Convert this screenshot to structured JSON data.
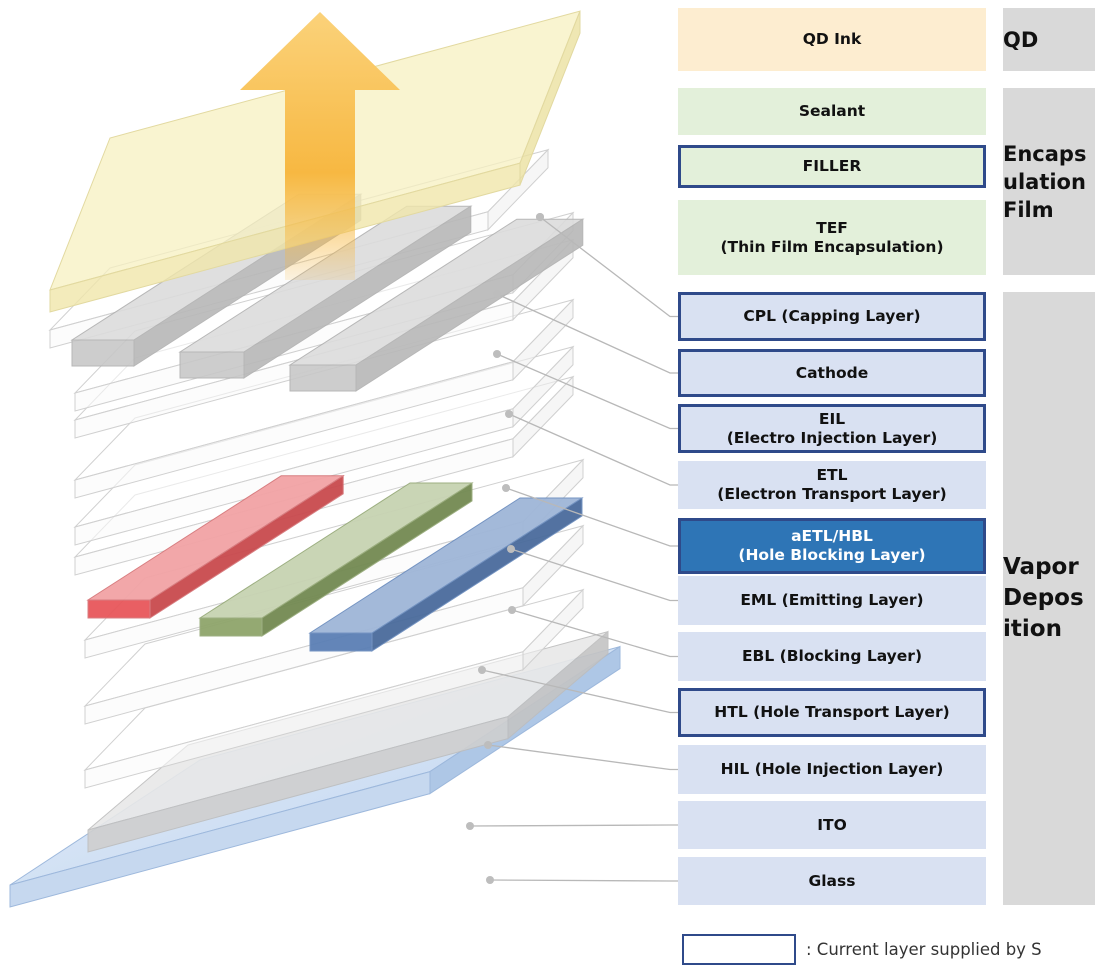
{
  "layers": [
    {
      "label": "QD Ink",
      "fill": "#fdedd0",
      "text_color": "#111111",
      "current": false
    },
    {
      "label": "Sealant",
      "fill": "#e3f0da",
      "text_color": "#111111",
      "current": false
    },
    {
      "label": "FILLER",
      "fill": "#e3f0da",
      "text_color": "#111111",
      "current": true
    },
    {
      "label": "TEF\n(Thin Film Encapsulation)",
      "fill": "#e3f0da",
      "text_color": "#111111",
      "current": false
    },
    {
      "label": "CPL (Capping Layer)",
      "fill": "#d9e1f2",
      "text_color": "#111111",
      "current": true
    },
    {
      "label": "Cathode",
      "fill": "#d9e1f2",
      "text_color": "#111111",
      "current": true
    },
    {
      "label": "EIL\n(Electro Injection Layer)",
      "fill": "#d9e1f2",
      "text_color": "#111111",
      "current": true
    },
    {
      "label": "ETL\n(Electron Transport Layer)",
      "fill": "#d9e1f2",
      "text_color": "#111111",
      "current": false
    },
    {
      "label": "aETL/HBL\n(Hole Blocking Layer)",
      "fill": "#2e75b6",
      "text_color": "#ffffff",
      "current": true
    },
    {
      "label": "EML (Emitting Layer)",
      "fill": "#d9e1f2",
      "text_color": "#111111",
      "current": false
    },
    {
      "label": "EBL (Blocking Layer)",
      "fill": "#d9e1f2",
      "text_color": "#111111",
      "current": false
    },
    {
      "label": "HTL (Hole Transport Layer)",
      "fill": "#d9e1f2",
      "text_color": "#111111",
      "current": true
    },
    {
      "label": "HIL (Hole Injection Layer)",
      "fill": "#d9e1f2",
      "text_color": "#111111",
      "current": false
    },
    {
      "label": "ITO",
      "fill": "#d9e1f2",
      "text_color": "#111111",
      "current": false
    },
    {
      "label": "Glass",
      "fill": "#d9e1f2",
      "text_color": "#111111",
      "current": false
    }
  ],
  "categories": {
    "qd": "QD",
    "encapsulation": "Encaps\nulation\nFilm",
    "vapor": "Vapor\nDepos\nition"
  },
  "legend": {
    "text": ": Current layer supplied by S"
  },
  "colors": {
    "highlight_border": "#2f4a8a",
    "category_fill": "#d9d9d9",
    "arrow": "#f6b73c",
    "red_emitter": "#e8575b",
    "green_emitter": "#8fa56b",
    "blue_emitter": "#5b7fb5",
    "qd_plate": "#f7f0c0",
    "glass": "#dde8f5"
  }
}
